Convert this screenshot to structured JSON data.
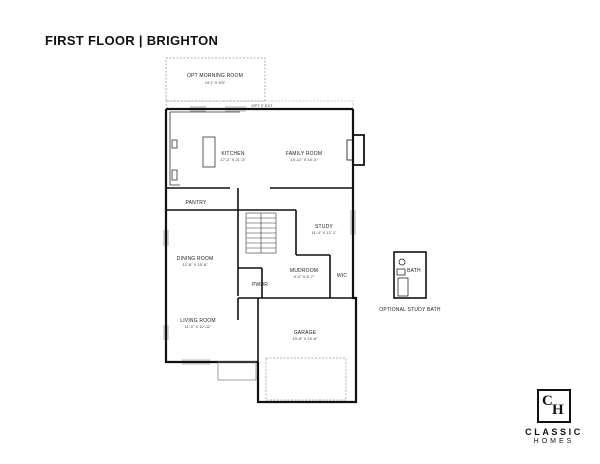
{
  "page": {
    "title": "FIRST FLOOR | BRIGHTON"
  },
  "rooms": {
    "morning_room": {
      "name": "OPT MORNING ROOM",
      "dims": "19'1\" X 9'6\""
    },
    "opt_ext": {
      "name": "OPT 2' EXT"
    },
    "kitchen": {
      "name": "KITCHEN",
      "dims": "17'-2\" X 21'-3\""
    },
    "family_room": {
      "name": "FAMILY ROOM",
      "dims": "15'-11\" X 15'-3\""
    },
    "pantry": {
      "name": "PANTRY"
    },
    "study": {
      "name": "STUDY",
      "dims": "11'-4\" X 12'-1\""
    },
    "dining_room": {
      "name": "DINING ROOM",
      "dims": "12'-8\" X 15'-8\""
    },
    "mudroom": {
      "name": "MUDROOM",
      "dims": "9'-4\" X 8'-7\""
    },
    "pwdr": {
      "name": "PWDR"
    },
    "wic": {
      "name": "WIC"
    },
    "living_room": {
      "name": "LIVING ROOM",
      "dims": "11'-0\" X 12'-11\""
    },
    "garage": {
      "name": "GARAGE",
      "dims": "19'-8\" X 19'-8\""
    },
    "bath": {
      "name": "BATH"
    },
    "optional_study_bath": {
      "name": "OPTIONAL STUDY BATH"
    }
  },
  "logo": {
    "monogram_c": "C",
    "monogram_h": "H",
    "line1": "CLASSIC",
    "line2": "HOMES"
  },
  "colors": {
    "wall": "#111111",
    "thin_line": "#777777",
    "dashed": "#999999"
  }
}
